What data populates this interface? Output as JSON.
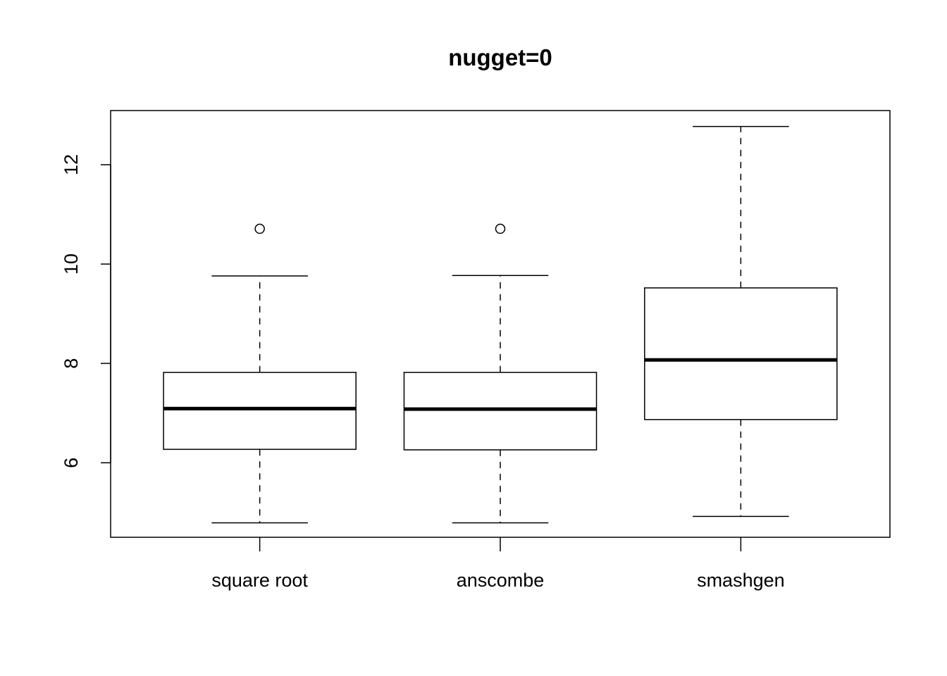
{
  "chart_data": {
    "type": "boxplot",
    "title": "nugget=0",
    "xlabel": "",
    "ylabel": "",
    "categories": [
      "square root",
      "anscombe",
      "smashgen"
    ],
    "series": [
      {
        "category": "square root",
        "whisker_low": 4.79,
        "q1": 6.27,
        "median": 7.09,
        "q3": 7.82,
        "whisker_high": 9.76,
        "outliers": [
          10.71
        ]
      },
      {
        "category": "anscombe",
        "whisker_low": 4.79,
        "q1": 6.26,
        "median": 7.08,
        "q3": 7.82,
        "whisker_high": 9.77,
        "outliers": [
          10.71
        ]
      },
      {
        "category": "smashgen",
        "whisker_low": 4.92,
        "q1": 6.87,
        "median": 8.07,
        "q3": 9.52,
        "whisker_high": 12.77,
        "outliers": []
      }
    ],
    "ylim": [
      4.5,
      13.09
    ],
    "yticks": [
      6,
      8,
      10,
      12
    ],
    "ytick_labels": [
      "6",
      "8",
      "10",
      "12"
    ],
    "grid": false,
    "colors": {
      "box_fill": "#ffffff",
      "stroke": "#000000"
    }
  }
}
